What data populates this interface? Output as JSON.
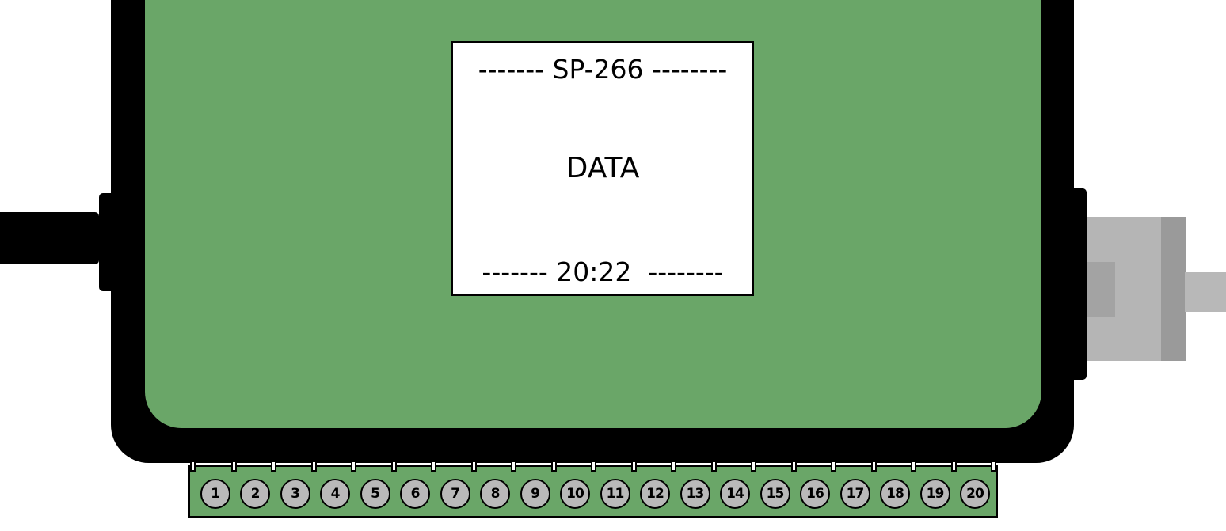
{
  "display": {
    "line_top": "------- SP-266 --------",
    "line_middle": "DATA",
    "line_bottom": "------- 20:22  --------"
  },
  "terminals": [
    "1",
    "2",
    "3",
    "4",
    "5",
    "6",
    "7",
    "8",
    "9",
    "10",
    "11",
    "12",
    "13",
    "14",
    "15",
    "16",
    "17",
    "18",
    "19",
    "20"
  ],
  "colors": {
    "board": "#6aa668",
    "enclosure": "#000000",
    "terminal_circle": "#b9b9b9",
    "connector": "#b5b5b5"
  }
}
